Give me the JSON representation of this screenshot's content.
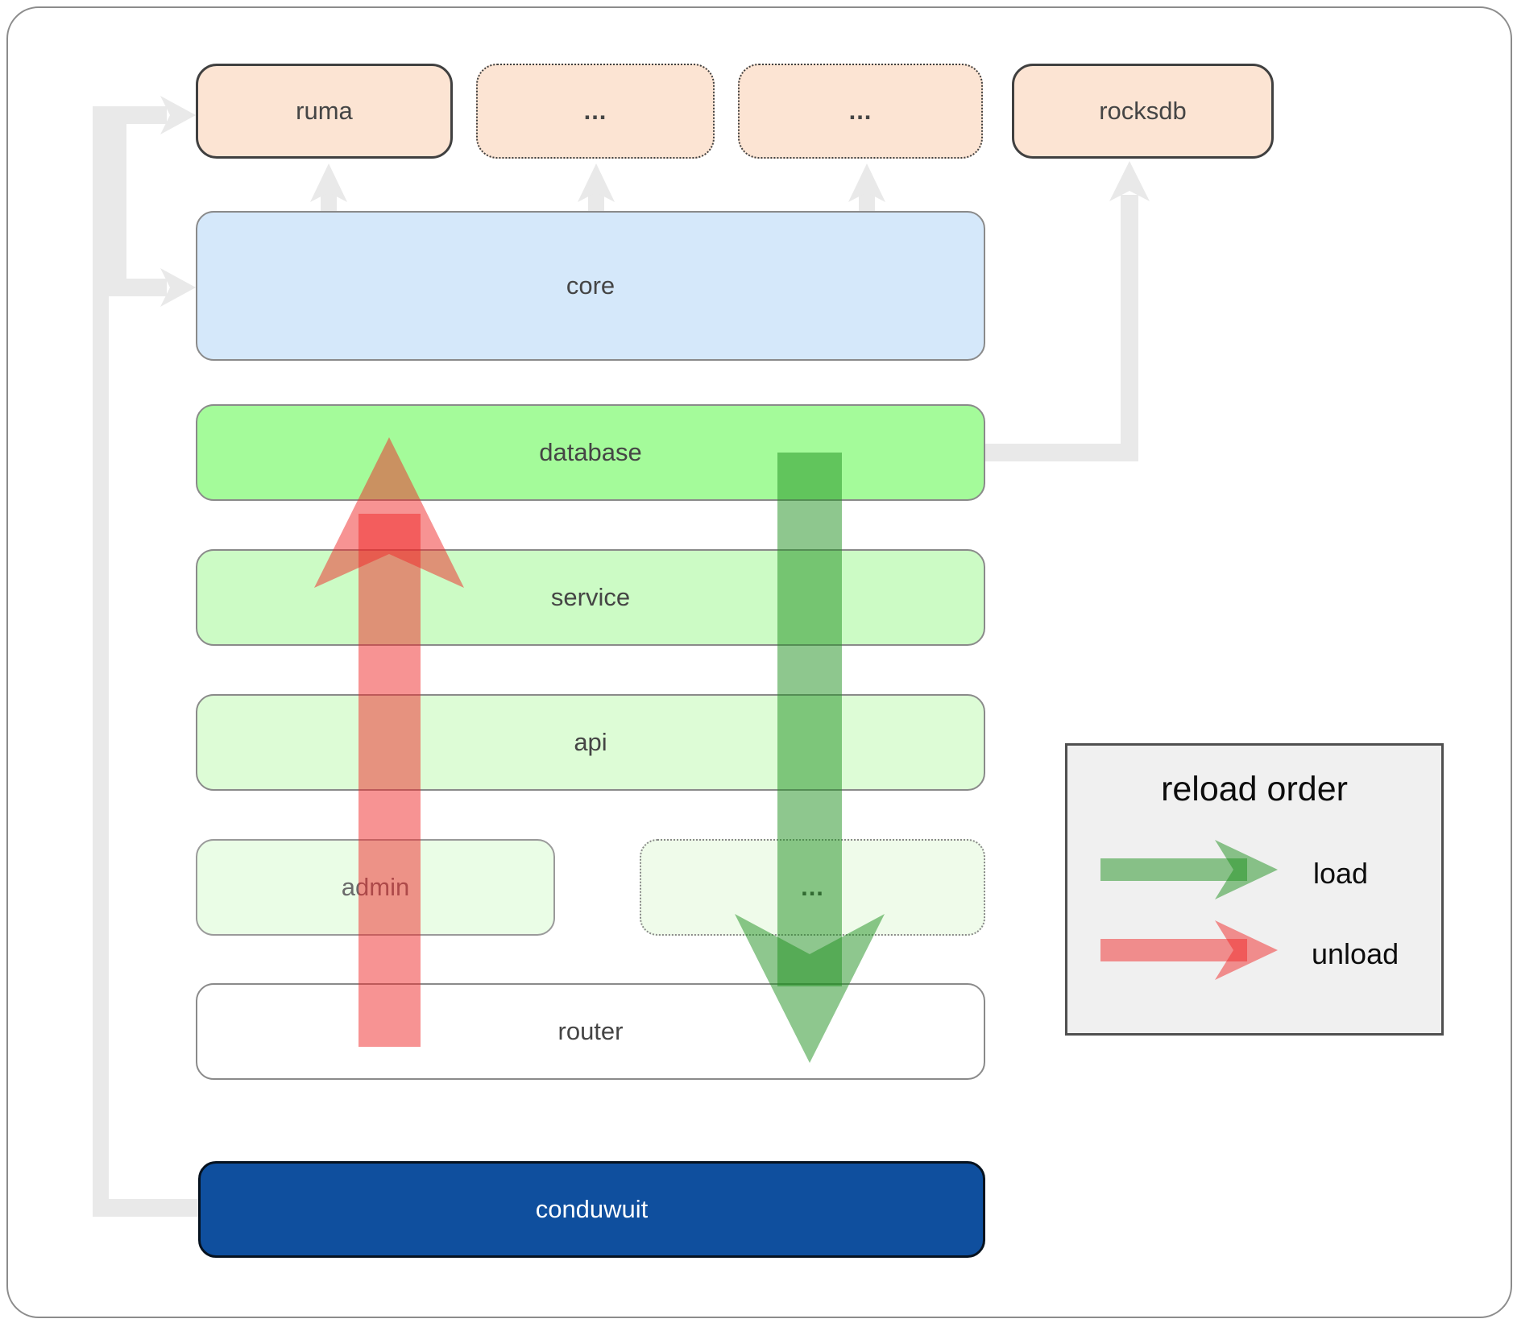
{
  "top_row": [
    {
      "label": "ruma"
    },
    {
      "label": "..."
    },
    {
      "label": "..."
    },
    {
      "label": "rocksdb"
    }
  ],
  "layers": {
    "core": "core",
    "database": "database",
    "service": "service",
    "api": "api",
    "admin": "admin",
    "admin_dots": "...",
    "router": "router",
    "app": "conduwuit"
  },
  "legend": {
    "title": "reload order",
    "load_label": "load",
    "unload_label": "unload"
  },
  "colors": {
    "peach_box": "#fce4d3",
    "core_blue": "#d5e8fa",
    "database_green": "#a4fb9a",
    "service_green": "#ccfbc5",
    "api_green": "#ddfcd6",
    "admin_green": "#eafde6",
    "admin_dots_green": "#effbea",
    "router_white": "#ffffff",
    "conduwuit_blue": "#0f4f9e",
    "load_arrow_green": "#1e8f1e",
    "unload_arrow_red": "#f02828",
    "connector_gray": "#e9e9e9",
    "legend_bg": "#f0f0f0"
  }
}
